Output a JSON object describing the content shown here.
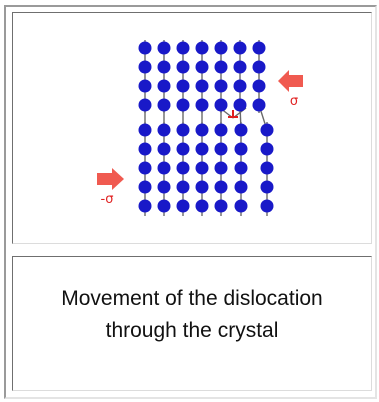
{
  "figure": {
    "stress_symbol": "σ",
    "stress_symbol_negative": "-σ",
    "dislocation_symbol": "⊥",
    "colors": {
      "atom": "#1919c8",
      "bond": "#6a6a6a",
      "arrow": "#f05a50",
      "dislocation": "#e02020"
    },
    "icons": {
      "right_arrow": "arrow-right-icon",
      "left_arrow": "arrow-left-icon"
    }
  },
  "caption": {
    "line1": "Movement of the dislocation",
    "line2": "through the crystal"
  }
}
